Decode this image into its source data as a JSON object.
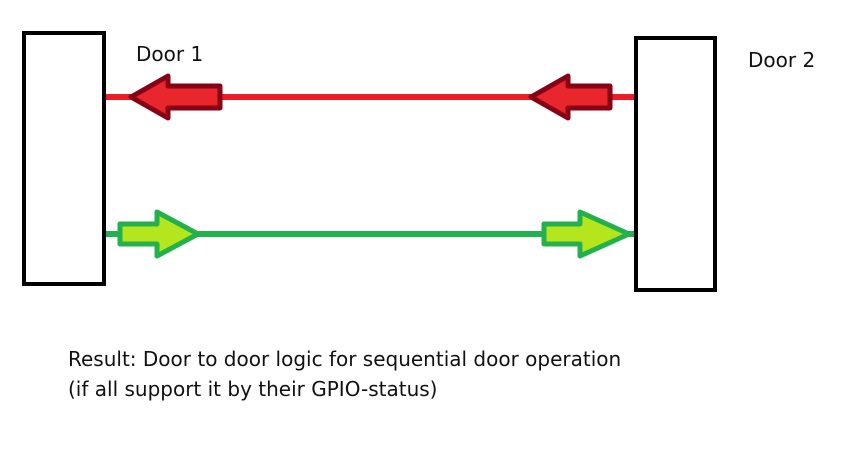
{
  "labels": {
    "door1": "Door 1",
    "door2": "Door 2"
  },
  "caption": {
    "line1": "Result: Door to door logic for sequential door operation",
    "line2": "(if all support it by their GPIO-status)"
  },
  "colors": {
    "red_line": "#ee1c24",
    "red_arrow_fill": "#e8262c",
    "red_arrow_outline": "#880015",
    "green_line": "#22b14c",
    "green_arrow_fill": "#b5e61d",
    "door_outline": "#000000"
  },
  "icons": {
    "red_arrows": "arrow-left",
    "green_arrows": "arrow-right"
  }
}
